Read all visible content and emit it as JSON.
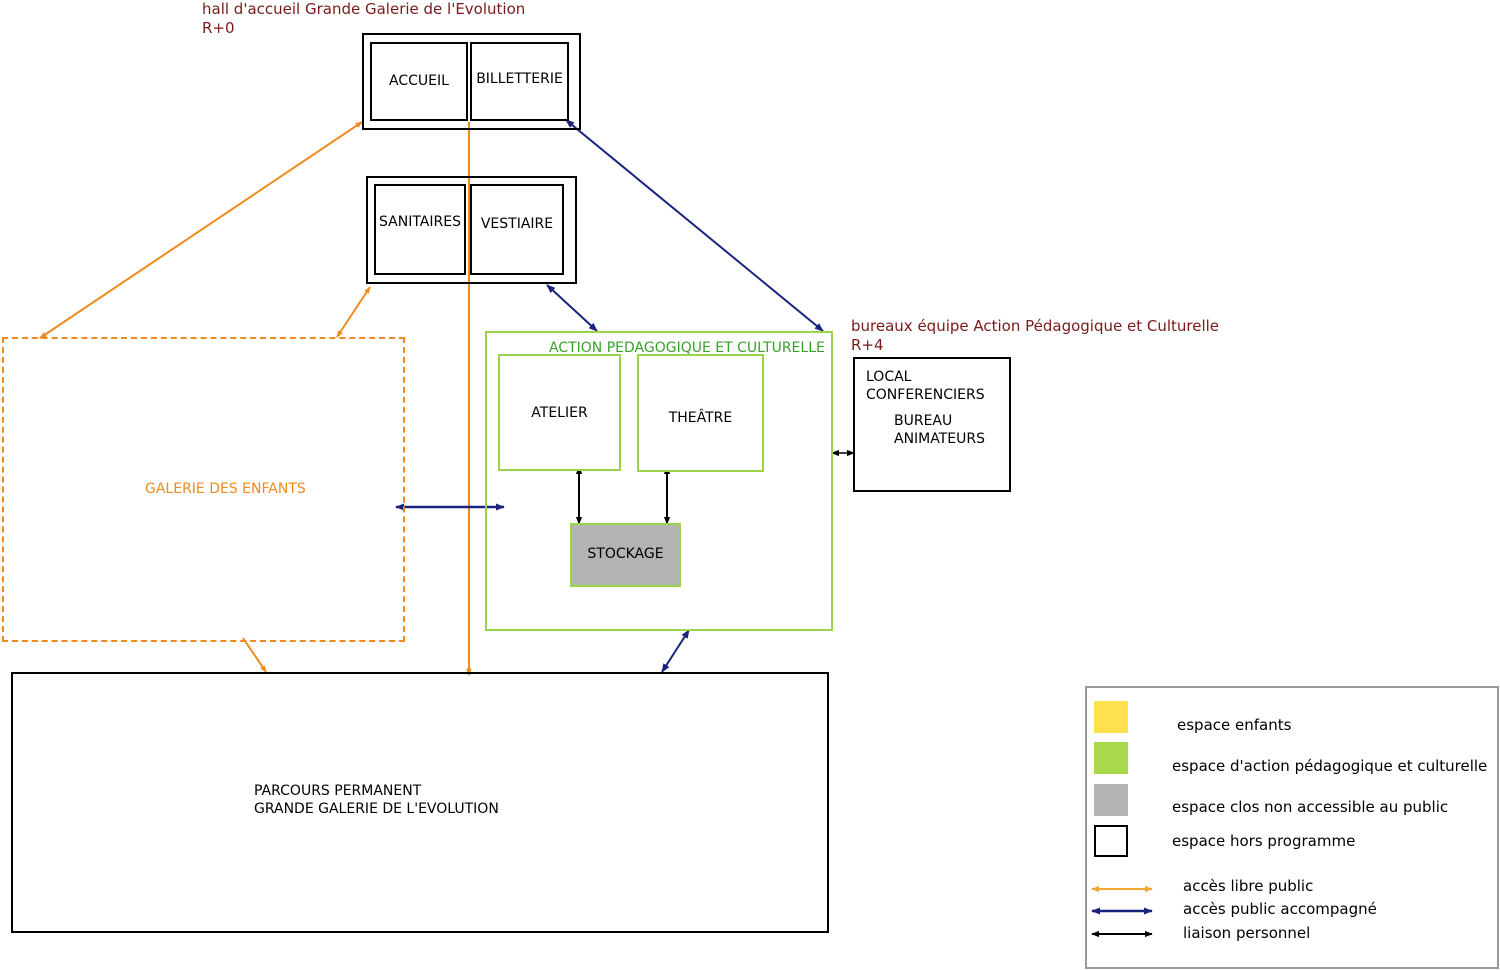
{
  "headings": {
    "hall_title": "hall d'accueil Grande Galerie de l'Evolution",
    "hall_level": "R+0",
    "bureaux_title": "bureaux équipe Action Pédagogique et Culturelle",
    "bureaux_level": "R+4"
  },
  "rooms": {
    "accueil": "ACCUEIL",
    "billetterie": "BILLETTERIE",
    "sanitaires": "SANITAIRES",
    "vestiaire": "VESTIAIRE",
    "action_zone": "ACTION PEDAGOGIQUE ET CULTURELLE",
    "atelier": "ATELIER",
    "theatre": "THEÂTRE",
    "stockage": "STOCKAGE",
    "galerie_enfants": "GALERIE DES ENFANTS",
    "local_line1": "LOCAL",
    "local_line2": "CONFERENCIERS",
    "bureau_line1": "BUREAU",
    "bureau_line2": "ANIMATEURS",
    "parcours_line1": "PARCOURS PERMANENT",
    "parcours_line2": "GRANDE GALERIE DE L'EVOLUTION"
  },
  "legend": {
    "spaces": [
      {
        "label": "espace enfants",
        "color": "#ffe04f"
      },
      {
        "label": "espace d'action pédagogique et culturelle",
        "color": "#a8d84c"
      },
      {
        "label": "espace clos non accessible au public",
        "color": "#b3b3b3"
      },
      {
        "label": "espace hors programme",
        "color": "#ffffff"
      }
    ],
    "links": [
      {
        "label": "accès libre public",
        "color": "#f0a830"
      },
      {
        "label": "accès public accompagné",
        "color": "#1a237e"
      },
      {
        "label": "liaison personnel",
        "color": "#000000"
      }
    ]
  },
  "colors": {
    "orange": "#f08a1c",
    "navy": "#1a237e",
    "green": "#9bd44a",
    "green_text": "#3aa02c",
    "dark_red": "#7a1a1a",
    "storage_gray": "#b3b3b3"
  }
}
